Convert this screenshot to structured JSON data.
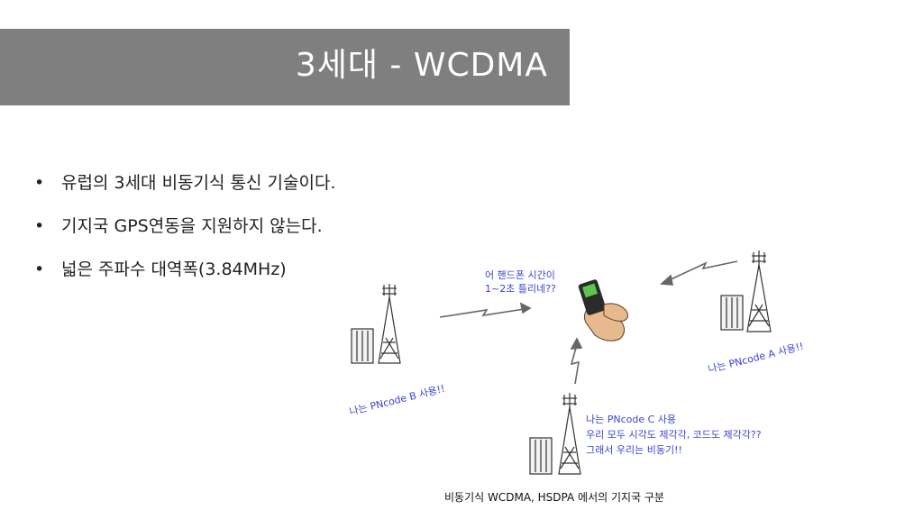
{
  "title": "3세대 - WCDMA",
  "bullets": [
    "유럽의 3세대 비동기식 통신 기술이다.",
    "기지국 GPS연동을 지원하지 않는다.",
    "넓은 주파수 대역폭(3.84MHz)"
  ],
  "figure": {
    "phone_bubble": [
      "어 핸드폰 시간이",
      "1~2초 틀리네??"
    ],
    "tower_b_label": "나는 PNcode B 사용!!",
    "tower_a_label": "나는 PNcode A 사용!!",
    "tower_c_lines": [
      "나는 PNcode C 사용",
      "우리 모두 시각도 제각각, 코드도 제각각??",
      "그래서 우리는 비동기!!"
    ],
    "caption": "비동기식 WCDMA, HSDPA 에서의 기지국 구분"
  },
  "colors": {
    "title_bar": "#7f7f7f",
    "annotation": "#3a45d6"
  }
}
